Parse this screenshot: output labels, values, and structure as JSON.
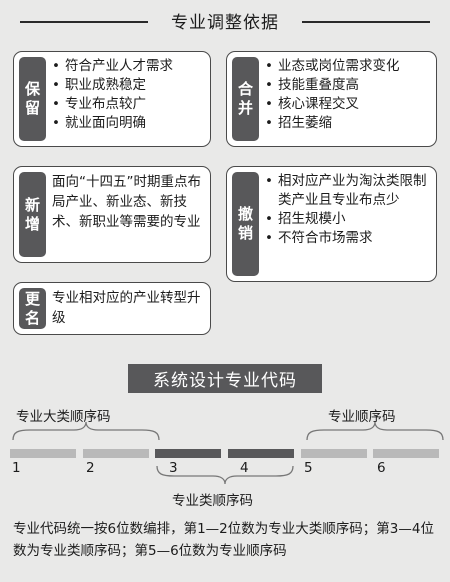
{
  "header": {
    "title": "专业调整依据"
  },
  "cards": {
    "retain": {
      "tag": [
        "保",
        "留"
      ],
      "items": [
        "符合产业人才需求",
        "职业成熟稳定",
        "专业布点较广",
        "就业面向明确"
      ]
    },
    "merge": {
      "tag": [
        "合",
        "并"
      ],
      "items": [
        "业态或岗位需求变化",
        "技能重叠度高",
        "核心课程交叉",
        "招生萎缩"
      ]
    },
    "add": {
      "tag": [
        "新",
        "增"
      ],
      "text": "面向“十四五”时期重点布局产业、新业态、新技术、新职业等需要的专业"
    },
    "revoke": {
      "tag": [
        "撤",
        "销"
      ],
      "items": [
        "相对应产业为淘汰类限制类产业且专业布点少",
        "招生规模小",
        "不符合市场需求"
      ]
    },
    "rename": {
      "tag": [
        "更",
        "名"
      ],
      "text": "专业相对应的产业转型升级"
    }
  },
  "bullet": "•",
  "code_section": {
    "title": "系统设计专业代码",
    "label_major_class": "专业大类顺序码",
    "label_class": "专业类顺序码",
    "label_major": "专业顺序码",
    "digits": [
      "1",
      "2",
      "3",
      "4",
      "5",
      "6"
    ],
    "colors": {
      "light": "#b9b9b9",
      "dark": "#58585a"
    }
  },
  "footnote": "专业代码统一按6位数编排，第1—2位数为专业大类顺序码；第3—4位数为专业类顺序码；第5—6位数为专业顺序码"
}
